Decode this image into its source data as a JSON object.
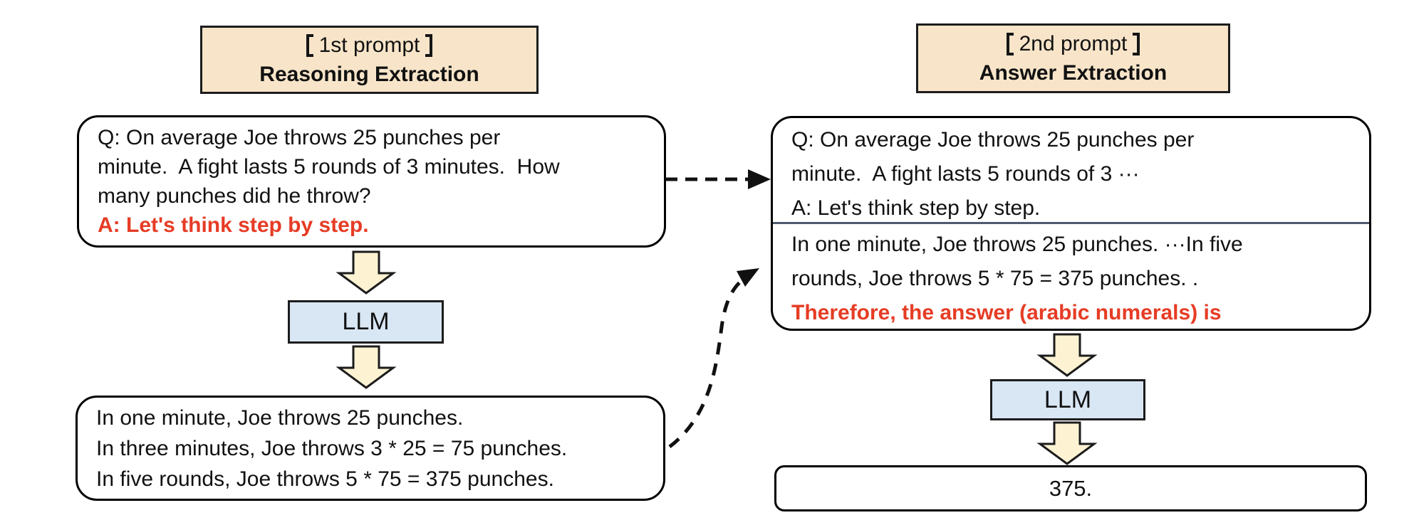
{
  "colors": {
    "background": "#ffffff",
    "header_fill": "#f8e5c9",
    "llm_fill": "#d9e6f4",
    "block_arrow_fill": "#fdf3d3",
    "red_text": "#e63c25",
    "divider": "#4e5a6e",
    "border": "#000000"
  },
  "left": {
    "header": {
      "bracket_open": "【",
      "tag": "1st prompt",
      "bracket_close": "】",
      "title": "Reasoning Extraction"
    },
    "question_box": {
      "body": "Q: On average Joe throws 25 punches per\nminute.  A fight lasts 5 rounds of 3 minutes.  How\nmany punches did he throw?",
      "trigger": "A: Let's think step by step."
    },
    "llm": "LLM",
    "output_box": "In one minute, Joe throws 25 punches.\nIn three minutes, Joe throws 3 * 25 = 75 punches.\nIn five rounds, Joe throws 5 * 75 = 375 punches."
  },
  "right": {
    "header": {
      "bracket_open": "【",
      "tag": "2nd prompt",
      "bracket_close": "】",
      "title": "Answer Extraction"
    },
    "prompt_box": {
      "context": "Q: On average Joe throws 25 punches per\nminute.  A fight lasts 5 rounds of 3 ···\nA: Let's think step by step.",
      "reasoning": "In one minute, Joe throws 25 punches. ···In five\nrounds, Joe throws 5 * 75 = 375 punches. .",
      "trigger": "Therefore, the answer (arabic numerals) is"
    },
    "llm": "LLM",
    "answer_box": "375."
  }
}
